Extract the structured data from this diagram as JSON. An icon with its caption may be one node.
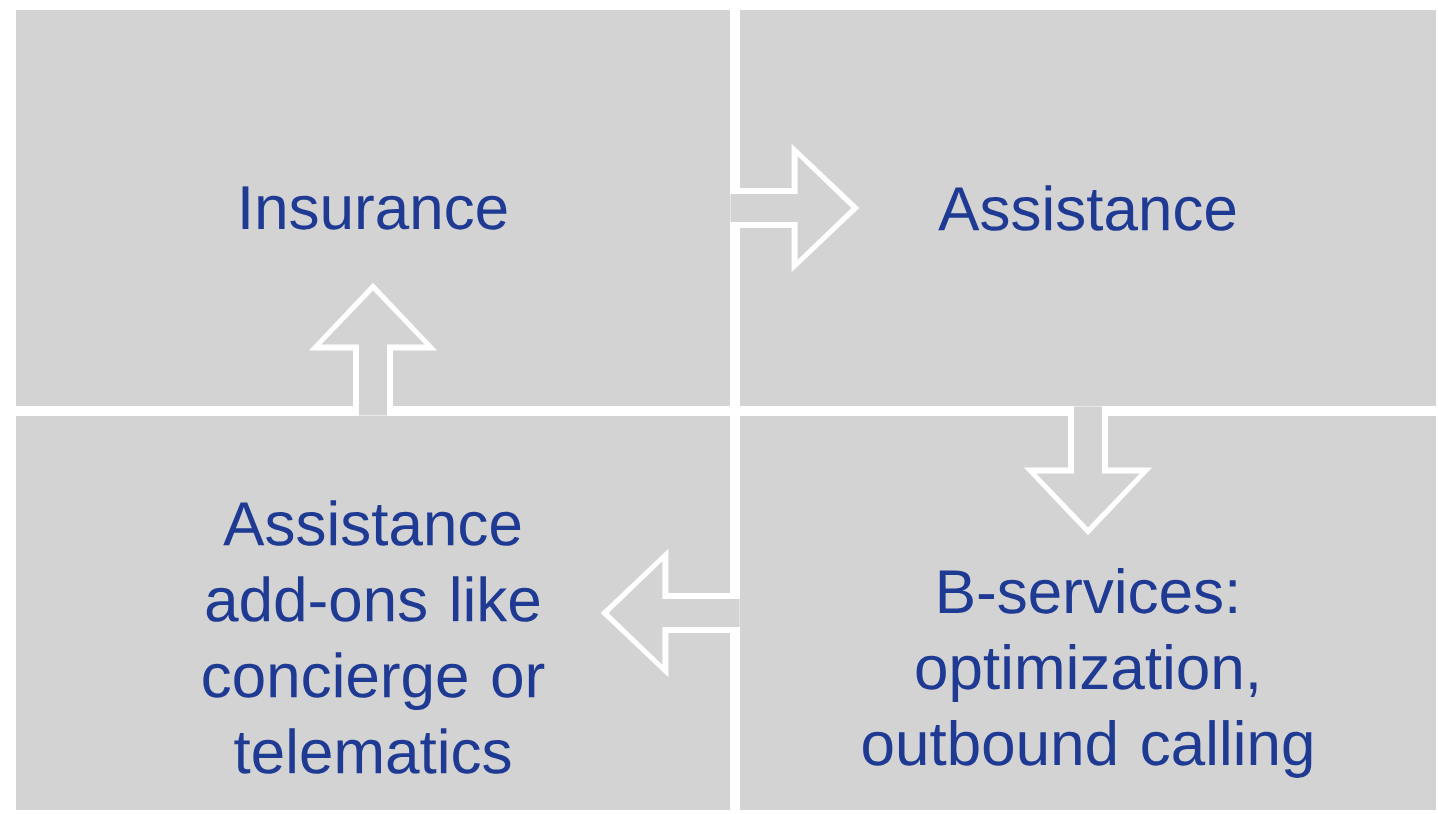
{
  "diagram": {
    "nodes": [
      {
        "text": [
          "Insurance"
        ]
      },
      {
        "text": [
          "Assistance"
        ]
      },
      {
        "text": [
          "B-services: optimization, outbound calling"
        ]
      },
      {
        "text": [
          "Assistance add-ons like concierge or telematics"
        ]
      }
    ],
    "edges": [
      {
        "from": 0,
        "to": 1,
        "arrow": "to"
      },
      {
        "from": 1,
        "to": 2,
        "arrow": "to"
      },
      {
        "from": 2,
        "to": 3,
        "arrow": "to"
      },
      {
        "from": 3,
        "to": 0,
        "arrow": "to"
      }
    ]
  }
}
